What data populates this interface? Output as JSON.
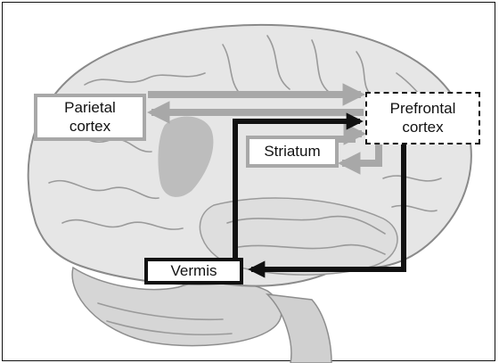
{
  "diagram": {
    "nodes": {
      "parietal": {
        "label": "Parietal\ncortex"
      },
      "prefrontal": {
        "label": "Prefrontal\ncortex"
      },
      "striatum": {
        "label": "Striatum"
      },
      "vermis": {
        "label": "Vermis"
      }
    },
    "connections": [
      {
        "from": "parietal",
        "to": "prefrontal",
        "color": "gray"
      },
      {
        "from": "prefrontal",
        "to": "parietal",
        "color": "gray"
      },
      {
        "from": "striatum",
        "to": "prefrontal",
        "color": "gray"
      },
      {
        "from": "prefrontal",
        "to": "striatum",
        "color": "gray"
      },
      {
        "from": "vermis",
        "to": "prefrontal",
        "color": "black"
      },
      {
        "from": "prefrontal",
        "to": "vermis",
        "color": "black"
      }
    ]
  },
  "colors": {
    "gray_pathway": "#a8a8a8",
    "black_pathway": "#111111",
    "brain_fill": "#e6e6e6",
    "brain_lines": "#9a9a9a"
  }
}
